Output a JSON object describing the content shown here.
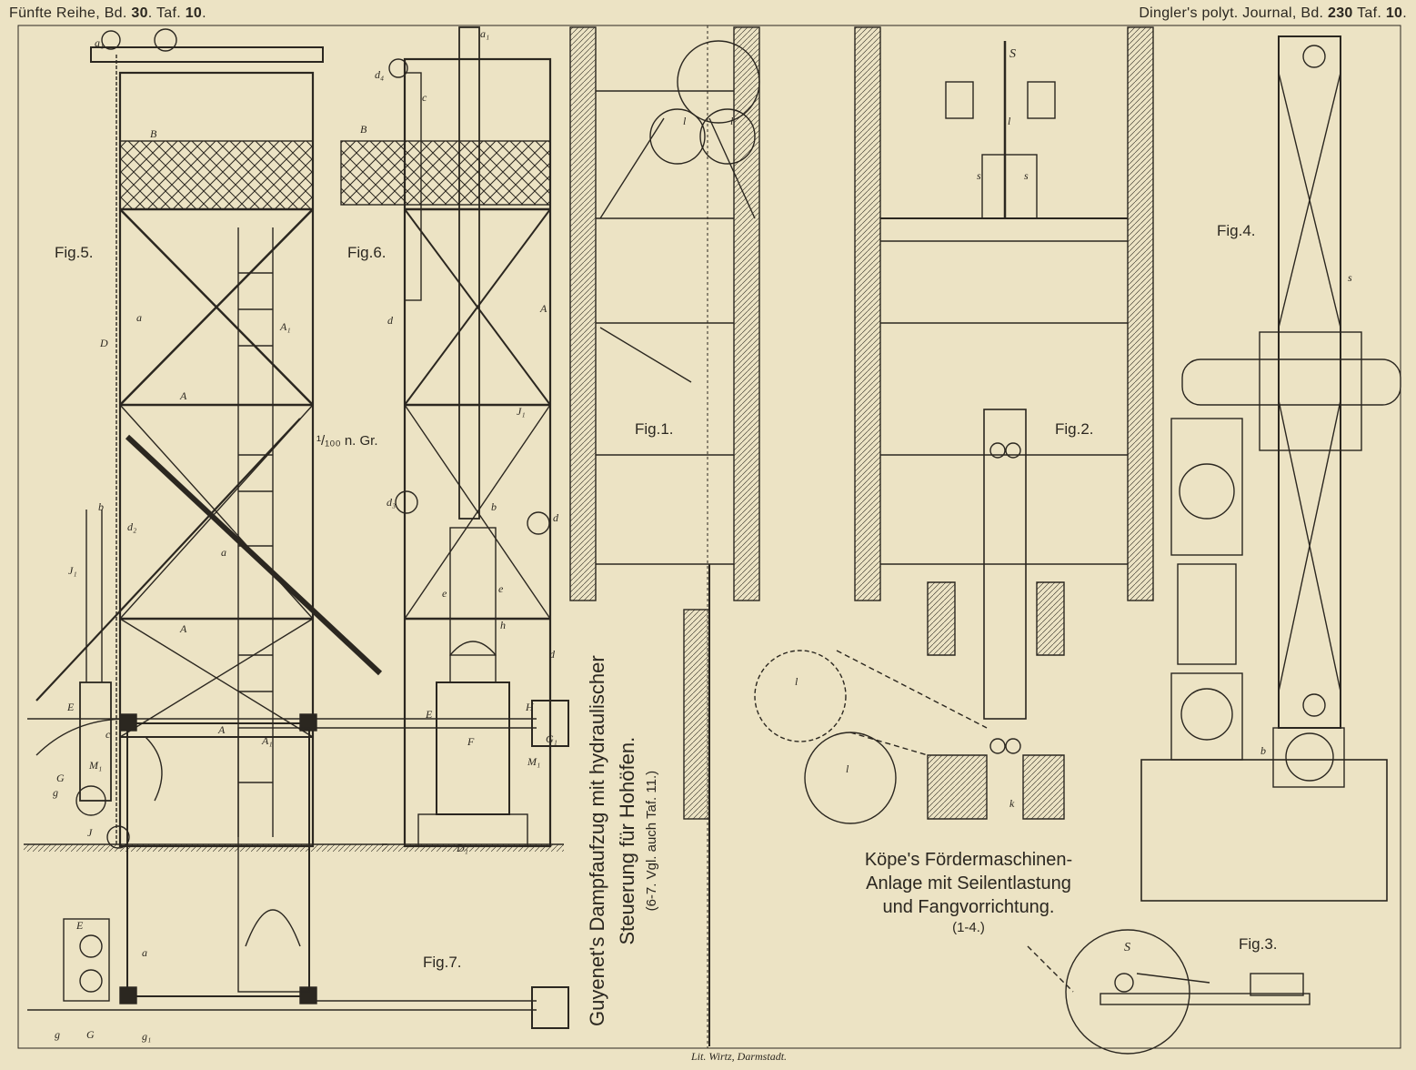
{
  "header": {
    "left_prefix": "Fünfte Reihe, Bd. ",
    "left_vol": "30",
    "left_mid": ". Taf. ",
    "left_plate": "10",
    "left_suffix": ".",
    "right_prefix": "Dingler's polyt. Journal, Bd. ",
    "right_vol": "230",
    "right_mid": " Taf. ",
    "right_plate": "10",
    "right_suffix": "."
  },
  "figures": {
    "fig1": "Fig.1.",
    "fig2": "Fig.2.",
    "fig3": "Fig.3.",
    "fig4": "Fig.4.",
    "fig5": "Fig.5.",
    "fig6": "Fig.6.",
    "fig7": "Fig.7."
  },
  "scale": "¹/₁₀₀ n. Gr.",
  "guyenet": {
    "line1": "Guyenet's Dampfaufzug mit hydraulischer",
    "line2": "Steuerung für Hohöfen.",
    "note": "(6-7. Vgl. auch Taf. 11.)"
  },
  "koepe": {
    "line1": "Köpe's Fördermaschinen-",
    "line2": "Anlage mit Seilentlastung",
    "line3": "und Fangvorrichtung.",
    "range": "(1-4.)"
  },
  "printer": "Lit. Wirtz, Darmstadt.",
  "letters": {
    "a1": "a₁",
    "B": "B",
    "a": "a",
    "D": "D",
    "A": "A",
    "A1": "A₁",
    "d2": "d₂",
    "J1": "J₁",
    "b": "b",
    "E": "E",
    "M1": "M₁",
    "G": "G",
    "g": "g",
    "J": "J",
    "c": "c",
    "d": "d",
    "d3": "d₃",
    "F": "F",
    "H": "H",
    "G1": "G₁",
    "D1": "D₁",
    "h": "h",
    "e": "e",
    "l": "l",
    "S": "S",
    "s": "s",
    "k": "k",
    "d4": "d₄",
    "g1": "g₁"
  },
  "colors": {
    "paper": "#ece3c4",
    "ink": "#2b2720"
  }
}
